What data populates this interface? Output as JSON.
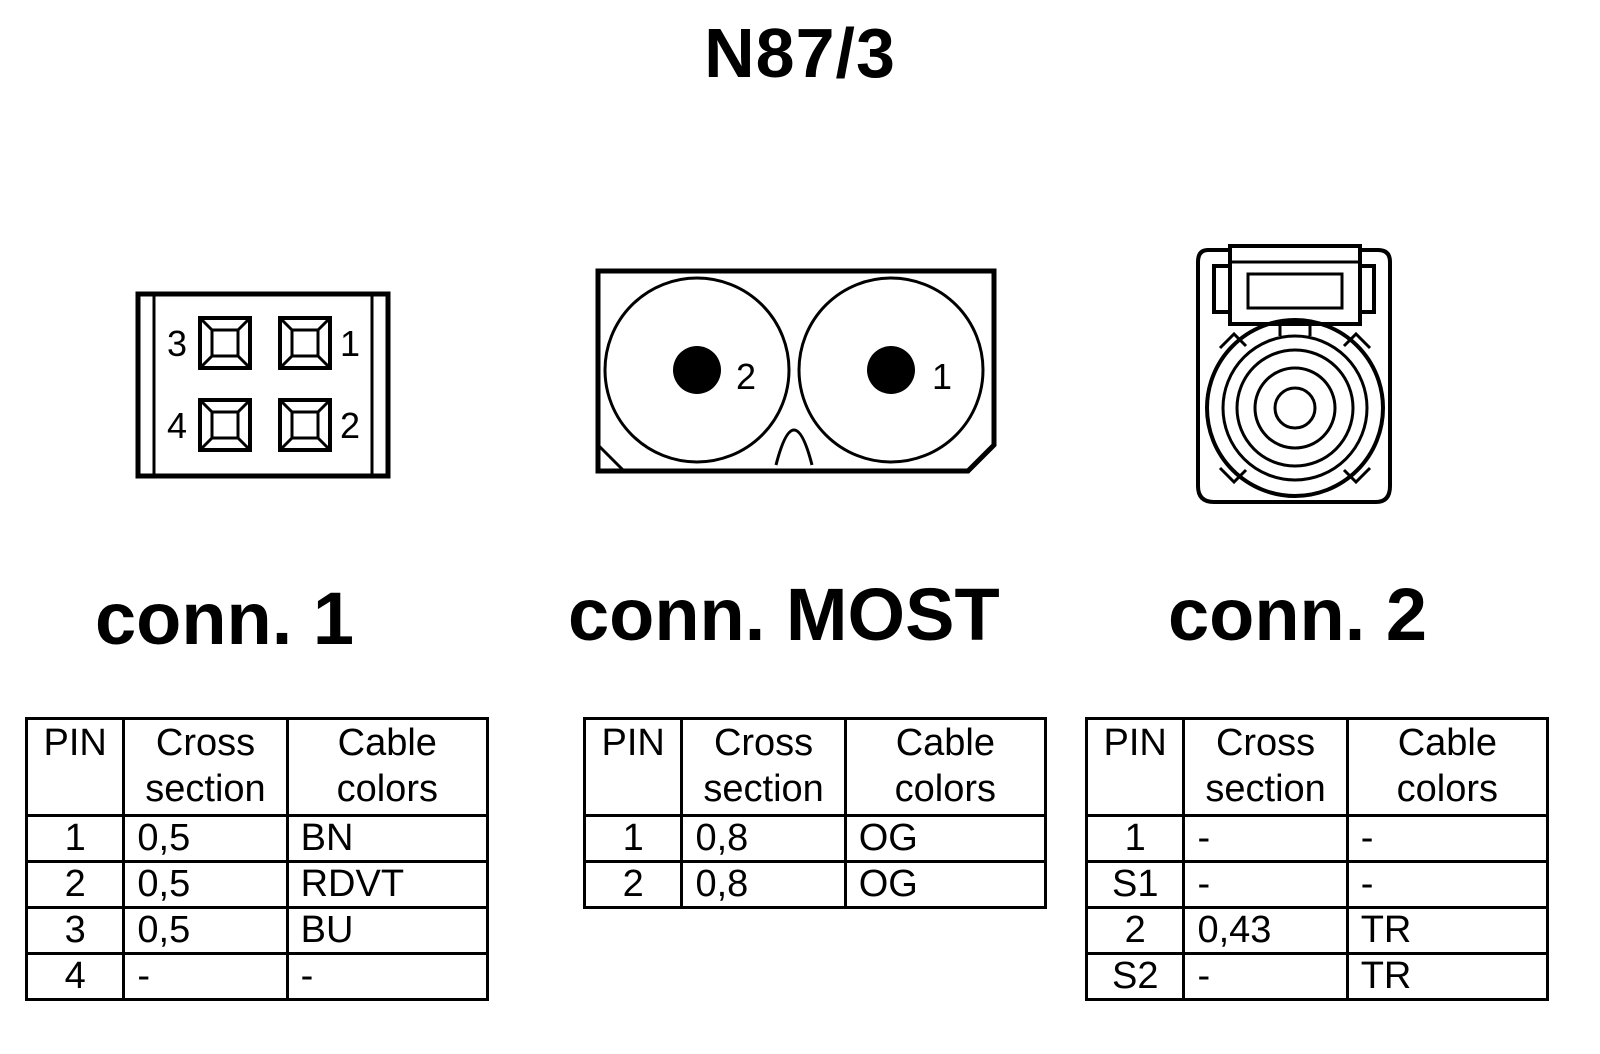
{
  "title": "N87/3",
  "connectors": [
    {
      "label": "conn. 1",
      "pin_labels": [
        "3",
        "1",
        "4",
        "2"
      ],
      "headers": {
        "pin": "PIN",
        "cross": [
          "Cross",
          "section"
        ],
        "colors": [
          "Cable",
          "colors"
        ]
      },
      "rows": [
        {
          "pin": "1",
          "cross": "0,5",
          "color": "BN"
        },
        {
          "pin": "2",
          "cross": "0,5",
          "color": "RDVT"
        },
        {
          "pin": "3",
          "cross": "0,5",
          "color": "BU"
        },
        {
          "pin": "4",
          "cross": "-",
          "color": "-"
        }
      ]
    },
    {
      "label": "conn. MOST",
      "pin_labels": [
        "2",
        "1"
      ],
      "headers": {
        "pin": "PIN",
        "cross": [
          "Cross",
          "section"
        ],
        "colors": [
          "Cable",
          "colors"
        ]
      },
      "rows": [
        {
          "pin": "1",
          "cross": "0,8",
          "color": "OG"
        },
        {
          "pin": "2",
          "cross": "0,8",
          "color": "OG"
        }
      ]
    },
    {
      "label": "conn. 2",
      "headers": {
        "pin": "PIN",
        "cross": [
          "Cross",
          "section"
        ],
        "colors": [
          "Cable",
          "colors"
        ]
      },
      "rows": [
        {
          "pin": "1",
          "cross": "-",
          "color": "-"
        },
        {
          "pin": "S1",
          "cross": "-",
          "color": "-"
        },
        {
          "pin": "2",
          "cross": "0,43",
          "color": "TR"
        },
        {
          "pin": "S2",
          "cross": "-",
          "color": "TR"
        }
      ]
    }
  ]
}
